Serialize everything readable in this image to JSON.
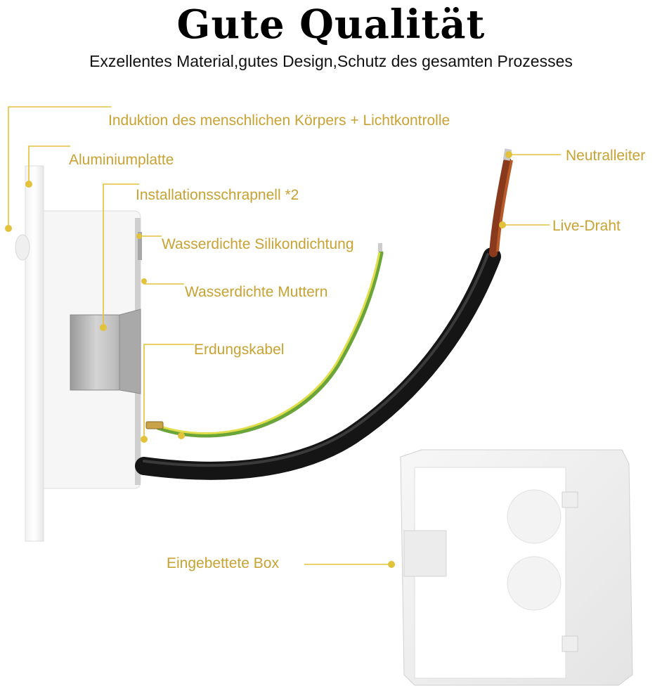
{
  "header": {
    "title": "Gute Qualität",
    "subtitle": "Exzellentes Material,gutes Design,Schutz des gesamten Prozesses"
  },
  "labels": {
    "induktion": "Induktion des menschlichen Körpers + Lichtkontrolle",
    "aluminium": "Aluminiumplatte",
    "schrapnell": "Installationsschrapnell *2",
    "silikon": "Wasserdichte Silikondichtung",
    "muttern": "Wasserdichte Muttern",
    "erdung": "Erdungskabel",
    "neutral": "Neutralleiter",
    "live": "Live-Draht",
    "box": "Eingebettete Box"
  },
  "colors": {
    "accent": "#e3c23b",
    "label_text": "#c8a232",
    "cable_black": "#151515",
    "wire_live": "#8a3a1c",
    "wire_ground_green": "#6aa53a",
    "wire_ground_yellow": "#e2de4a"
  }
}
